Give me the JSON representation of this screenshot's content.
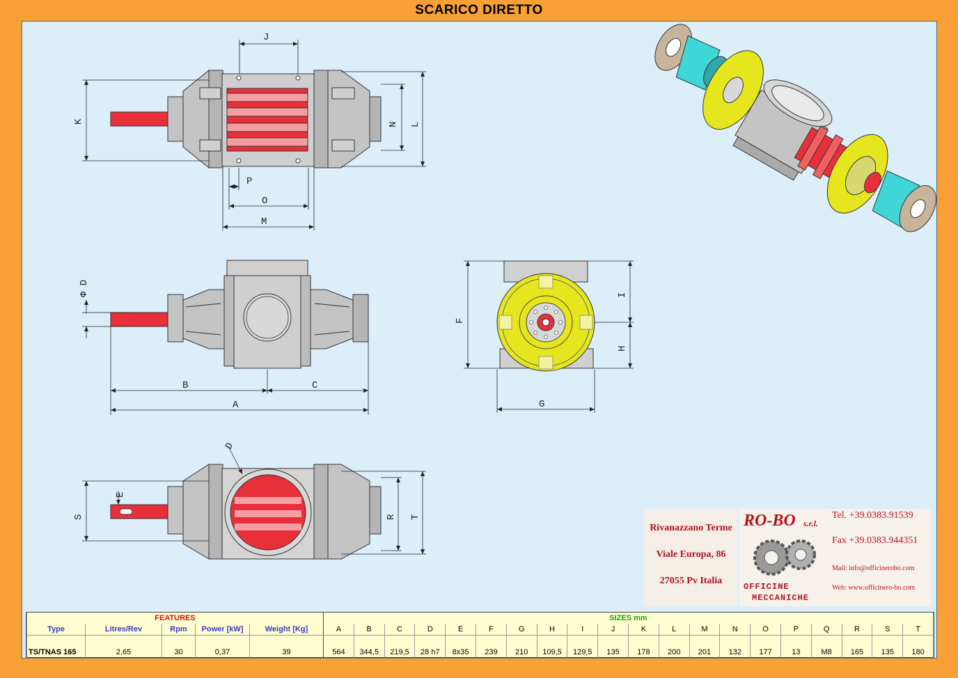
{
  "title": "SCARICO  DIRETTO",
  "dimension_labels": {
    "J": "J",
    "K": "K",
    "N": "N",
    "L": "L",
    "P": "P",
    "O": "O",
    "M": "M",
    "phiD": "Φ D",
    "B": "B",
    "C": "C",
    "A": "A",
    "F": "F",
    "I": "I",
    "H": "H",
    "G": "G",
    "Dsmall": "D",
    "E": "E",
    "S": "S",
    "R": "R",
    "T": "T"
  },
  "address": {
    "line1": "Rivanazzano Terme",
    "line2": "Viale Europa, 86",
    "line3": "27055  Pv  Italia"
  },
  "logo": {
    "brand": "RO-BO",
    "suffix": "s.r.l.",
    "line1": "OFFICINE",
    "line2": "MECCANICHE"
  },
  "contacts": {
    "tel": "Tel. +39.0383.91539",
    "fax": "Fax +39.0383.944351",
    "mail": "Mail: info@officinerobo.com",
    "web": "Web: www.officinero-bo.com"
  },
  "table": {
    "features_title": "FEATURES",
    "sizes_title": "SIZES  mm",
    "feature_headers": [
      "Type",
      "Litres/Rev",
      "Rpm",
      "Power [kW]",
      "Weight [Kg]"
    ],
    "size_headers": [
      "A",
      "B",
      "C",
      "D",
      "E",
      "F",
      "G",
      "H",
      "I",
      "J",
      "K",
      "L",
      "M",
      "N",
      "O",
      "P",
      "Q",
      "R",
      "S",
      "T"
    ],
    "row": {
      "features": [
        "TS/TNAS 165",
        "2,65",
        "30",
        "0,37",
        "39"
      ],
      "sizes": [
        "564",
        "344,5",
        "219,5",
        "28 h7",
        "8x35",
        "239",
        "210",
        "109,5",
        "129,5",
        "135",
        "178",
        "200",
        "201",
        "132",
        "177",
        "13",
        "M8",
        "165",
        "135",
        "180"
      ]
    }
  },
  "colors": {
    "background": "#f7a035",
    "sheet": "#dceefa",
    "rotor_red": "#e8303a",
    "body_grey": "#c4c4c4",
    "flange_yellow": "#e6e61f",
    "support_cyan": "#3fd6d8",
    "table_bg": "#fefed0"
  }
}
